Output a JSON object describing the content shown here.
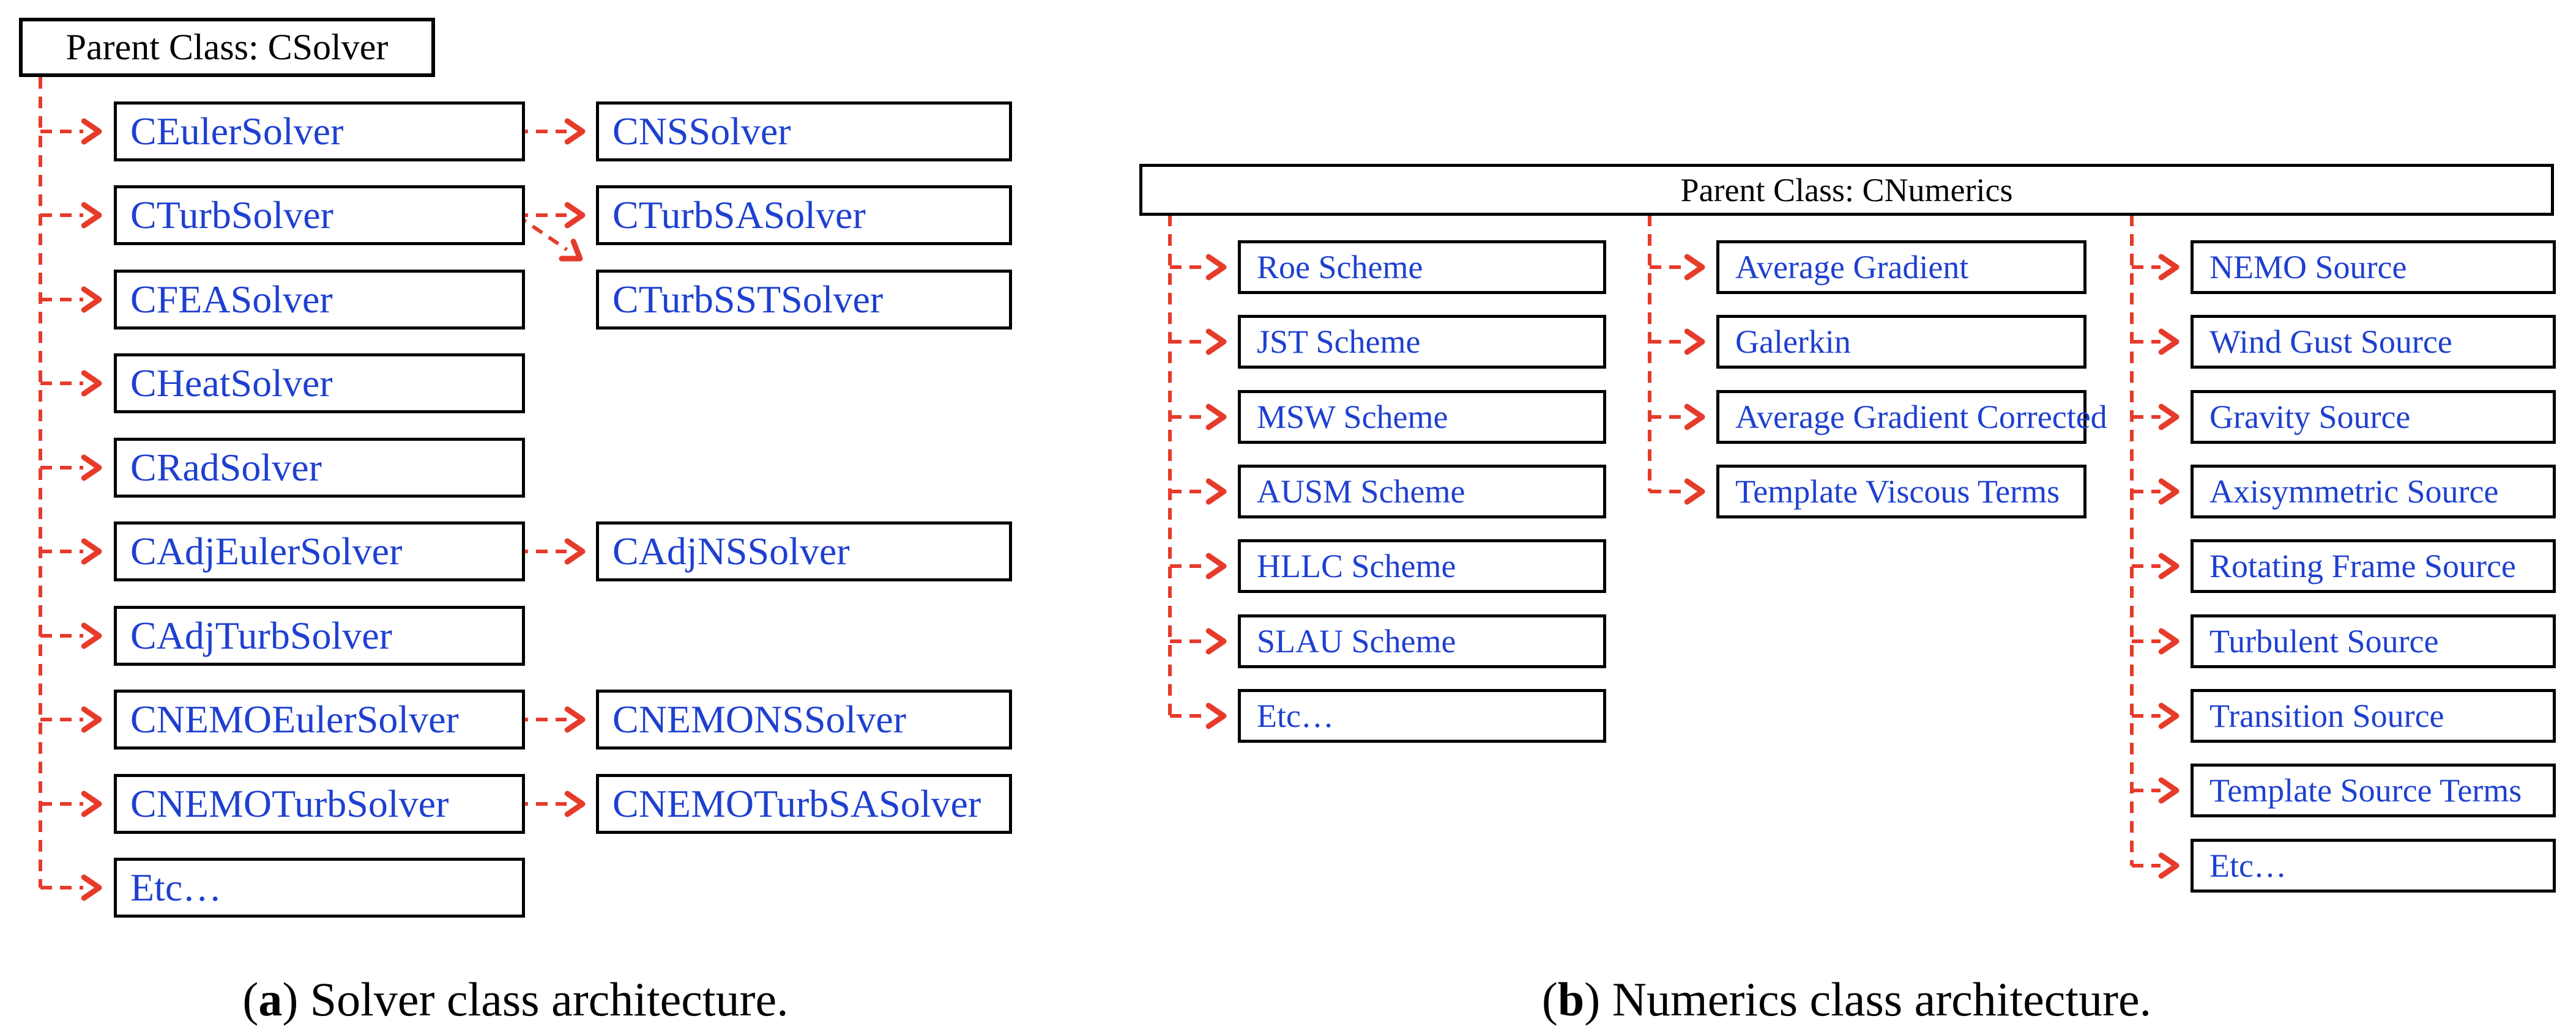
{
  "panel_a": {
    "parent_label": "Parent Class: CSolver",
    "children": [
      "CEulerSolver",
      "CTurbSolver",
      "CFEASolver",
      "CHeatSolver",
      "CRadSolver",
      "CAdjEulerSolver",
      "CAdjTurbSolver",
      "CNEMOEulerSolver",
      "CNEMOTurbSolver",
      "Etc…"
    ],
    "subclasses": [
      {
        "label": "CNSSolver",
        "parent": "CEulerSolver"
      },
      {
        "label": "CTurbSASolver",
        "parent": "CTurbSolver"
      },
      {
        "label": "CTurbSSTSolver",
        "parent": "CTurbSolver"
      },
      {
        "label": "CAdjNSSolver",
        "parent": "CAdjEulerSolver"
      },
      {
        "label": "CNEMONSSolver",
        "parent": "CNEMOEulerSolver"
      },
      {
        "label": "CNEMOTurbSASolver",
        "parent": "CNEMOTurbSolver"
      }
    ],
    "caption": {
      "pre": "(",
      "letter": "a",
      "post": ") Solver class architecture."
    }
  },
  "panel_b": {
    "parent_label": "Parent Class: CNumerics",
    "columns": [
      {
        "items": [
          "Roe Scheme",
          "JST Scheme",
          "MSW Scheme",
          "AUSM Scheme",
          "HLLC Scheme",
          "SLAU Scheme",
          "Etc…"
        ]
      },
      {
        "items": [
          "Average Gradient",
          "Galerkin",
          "Average Gradient Corrected",
          "Template Viscous Terms"
        ]
      },
      {
        "items": [
          "NEMO Source",
          "Wind Gust Source",
          "Gravity Source",
          "Axisymmetric Source",
          "Rotating Frame Source",
          "Turbulent Source",
          "Transition Source",
          "Template Source Terms",
          "Etc…"
        ]
      }
    ],
    "caption": {
      "pre": "(",
      "letter": "b",
      "post": ") Numerics class architecture."
    }
  },
  "colors": {
    "arrow_red": "#e63b2a",
    "class_blue": "#1e40d0",
    "border_black": "#000000"
  }
}
